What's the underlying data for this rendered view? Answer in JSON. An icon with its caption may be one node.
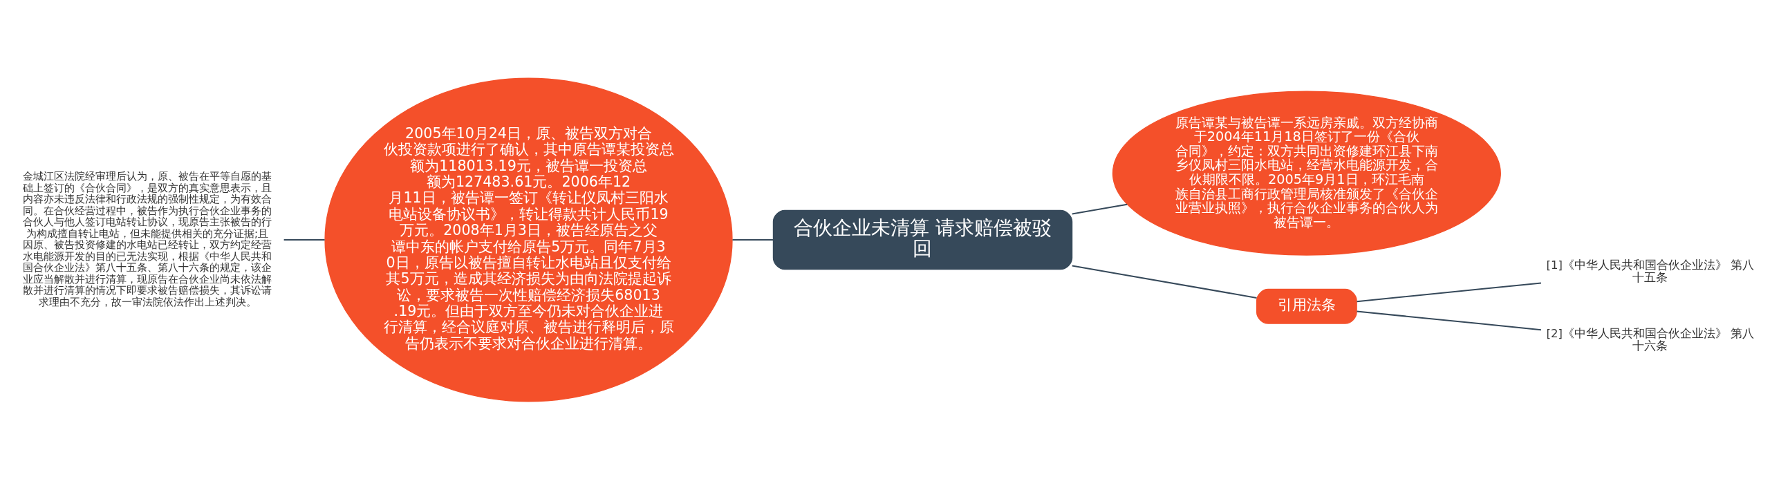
{
  "diagram": {
    "nodes": [
      {
        "text": [
          "合伙企业未清算 请求赔偿被驳回"
        ]
      },
      {
        "text": [
          "2005年10月24日，原、被告双方对合伙投资款项进行了确认，其中原告谭某投资总额为118013.19元，被告谭一投资总额为127483.61元。2006年12月11日，被告谭一签订《转让仪凤村三阳水电站设备协议书》，转让得款共计人民币19万元。2008年1月3日，被告经原告之父谭中东的帐户支付给原告5万元。同年7月30日，原告以被告擅自转让水电站且仅支付给其5万元，造成其经济损失为由向法院提起诉讼，要求被告一次性赔偿经济损失68013.19元。但由于双方至今仍未对合伙企业进行清算，经合议庭对原、被告进行释明后，原告仍表示不要求对合伙企业进行清算。"
        ]
      },
      {
        "text": [
          "金城江区法院经审理后认为，原、被告在平等自愿的基础上签订的《合伙合同》，是双方的真实意思表示，且内容亦未违反法律和行政法规的强制性规定，为有效合同。在合伙经营过程中，被告作为执行合伙企业事务的合伙人与他人签订电站转让协议，现原告主张被告的行为构成擅自转让电站，但未能提供相关的充分证据;且因原、被告投资修建的水电站已经转让，双方约定经营水电能源开发的目的已无法实现，根据《中华人民共和国合伙企业法》第八十五条、第八十六条的规定，该企业应当解散并进行清算，现原告在合伙企业尚未依法解散并进行清算的情况下即要求被告赔偿损失，其诉讼请求理由不充分，故一审法院依法作出上述判决。"
        ]
      },
      {
        "text": [
          "原告谭某与被告谭一系远房亲戚。双方经协商于2004年11月18日签订了一份《合伙合同》，约定：双方共同出资修建环江县下南乡仪凤村三阳水电站，经营水电能源开发，合伙期限不限。2005年9月1日，环江毛南族自治县工商行政管理局核准颁发了《合伙企业营业执照》，执行合伙企业事务的合伙人为被告谭一。"
        ]
      },
      {
        "text": [
          "引用法条"
        ]
      },
      {
        "text": [
          "[1]《中华人民共和国合伙企业法》 第八十五条"
        ]
      },
      {
        "text": [
          "[2]《中华人民共和国合伙企业法》 第八十六条"
        ]
      }
    ],
    "edges": [
      {
        "from": 0,
        "to": 1,
        "arrow": "none"
      },
      {
        "from": 1,
        "to": 2,
        "arrow": "none"
      },
      {
        "from": 0,
        "to": 3,
        "arrow": "none"
      },
      {
        "from": 0,
        "to": 4,
        "arrow": "none"
      },
      {
        "from": 4,
        "to": 5,
        "arrow": "none"
      },
      {
        "from": 4,
        "to": 6,
        "arrow": "none"
      }
    ]
  }
}
